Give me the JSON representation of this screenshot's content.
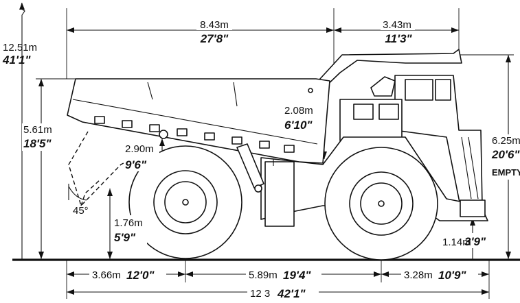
{
  "dimensions": {
    "overall_height": {
      "metric": "12.51m",
      "imperial": "41'1\""
    },
    "body_length": {
      "metric": "8.43m",
      "imperial": "27'8\""
    },
    "canopy_length": {
      "metric": "3.43m",
      "imperial": "11'3\""
    },
    "body_side_height": {
      "metric": "5.61m",
      "imperial": "18'5\""
    },
    "loading_height": {
      "metric": "6.25m",
      "imperial": "20'6\"",
      "note": "EMPTY"
    },
    "body_depth": {
      "metric": "2.08m",
      "imperial": "6'10\""
    },
    "dump_clearance": {
      "metric": "2.90m",
      "imperial": "9'6\""
    },
    "dump_angle": {
      "text": "45°"
    },
    "rear_clearance": {
      "metric": "1.76m",
      "imperial": "5'9\""
    },
    "front_clearance": {
      "metric": "1.14m",
      "imperial": "3'9\""
    },
    "rear_overhang": {
      "metric": "3.66m",
      "imperial": "12'0\""
    },
    "wheelbase": {
      "metric": "5.89m",
      "imperial": "19'4\""
    },
    "front_overhang": {
      "metric": "3.28m",
      "imperial": "10'9\""
    },
    "overall_length": {
      "metric": "12 3",
      "imperial": "42'1\""
    }
  }
}
